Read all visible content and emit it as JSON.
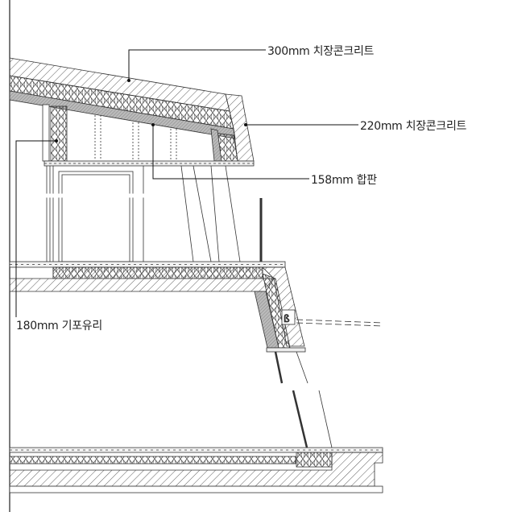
{
  "drawing": {
    "labels": {
      "roof_concrete": "300mm 치장콘크리트",
      "parapet_concrete": "220mm 치장콘크리트",
      "plywood": "158mm 합판",
      "foam_glass": "180mm 기포유리"
    },
    "colors": {
      "line": "#222222",
      "fill_grey": "#9a9a9a"
    }
  }
}
